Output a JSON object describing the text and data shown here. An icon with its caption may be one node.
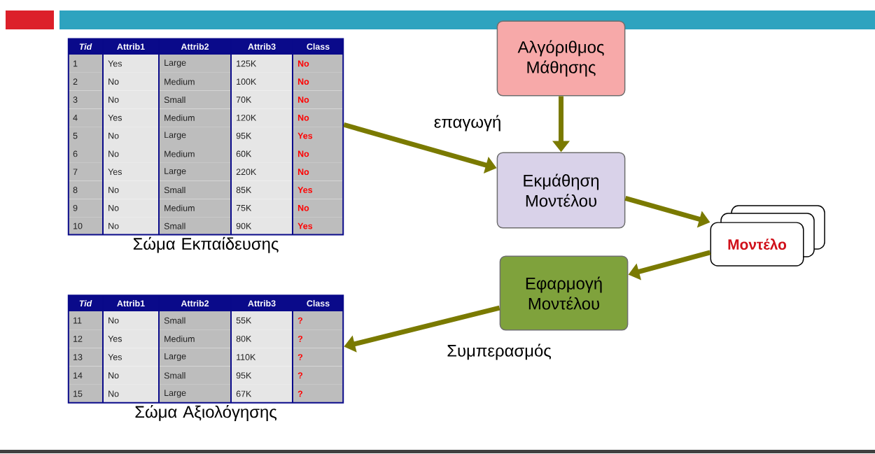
{
  "diagram": {
    "nodes": [
      {
        "text": [
          "Σώμα Εκπαίδευσης"
        ]
      },
      {
        "text": [
          "Αλγόριθμος Μάθησης"
        ]
      },
      {
        "text": [
          "Εκμάθηση Μοντέλου"
        ]
      },
      {
        "text": [
          "Μοντέλο"
        ]
      },
      {
        "text": [
          "Εφαρμογή Μοντέλου"
        ]
      },
      {
        "text": [
          "Σώμα Αξιολόγησης"
        ]
      }
    ],
    "edges": [
      {
        "from": 0,
        "to": 2,
        "arrow": "to",
        "label": "επαγωγή"
      },
      {
        "from": 1,
        "to": 2,
        "arrow": "to"
      },
      {
        "from": 2,
        "to": 3,
        "arrow": "to"
      },
      {
        "from": 3,
        "to": 4,
        "arrow": "to"
      },
      {
        "from": 4,
        "to": 5,
        "arrow": "to",
        "label": "Συμπερασμός"
      }
    ],
    "labels": [
      "Tid",
      "Attrib1",
      "Attrib2",
      "Attrib3",
      "Class",
      "1",
      "Yes",
      "Large",
      "125K",
      "No",
      "2",
      "No",
      "Medium",
      "100K",
      "No",
      "3",
      "No",
      "Small",
      "70K",
      "No",
      "4",
      "Yes",
      "Medium",
      "120K",
      "No",
      "5",
      "No",
      "Large",
      "95K",
      "Yes",
      "6",
      "No",
      "Medium",
      "60K",
      "No",
      "7",
      "Yes",
      "Large",
      "220K",
      "No",
      "8",
      "No",
      "Small",
      "85K",
      "Yes",
      "9",
      "No",
      "Medium",
      "75K",
      "No",
      "10",
      "No",
      "Small",
      "90K",
      "Yes",
      "Tid",
      "Attrib1",
      "Attrib2",
      "Attrib3",
      "Class",
      "11",
      "No",
      "Small",
      "55K",
      "?",
      "12",
      "Yes",
      "Medium",
      "80K",
      "?",
      "13",
      "Yes",
      "Large",
      "110K",
      "?",
      "14",
      "No",
      "Small",
      "95K",
      "?",
      "15",
      "No",
      "Large",
      "67K",
      "?"
    ]
  }
}
